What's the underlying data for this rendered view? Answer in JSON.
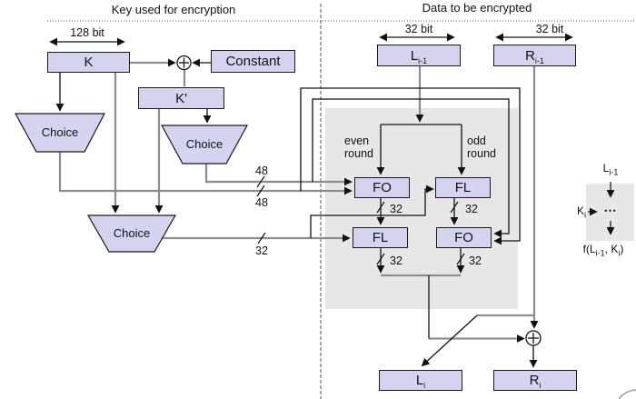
{
  "titles": {
    "key_section": "Key used for encryption",
    "data_section": "Data to be encrypted"
  },
  "key_section": {
    "bit_width": "128 bit",
    "k": "K",
    "constant": "Constant",
    "k_prime": "K'",
    "choice_upper": "Choice",
    "choice_middle": "Choice",
    "choice_lower": "Choice",
    "bus48_upper": "48",
    "bus48_lower": "48",
    "bus32": "32"
  },
  "data_section": {
    "bit_width_left": "32 bit",
    "bit_width_right": "32 bit",
    "l_in": {
      "base": "L",
      "sub": "i-1"
    },
    "r_in": {
      "base": "R",
      "sub": "i-1"
    },
    "even": {
      "line1": "even",
      "line2": "round"
    },
    "odd": {
      "line1": "odd",
      "line2": "round"
    },
    "fo_top": "FO",
    "fl_top": "FL",
    "fl_bottom": "FL",
    "fo_bottom": "FO",
    "out32_fo_top": "32",
    "out32_fl_top": "32",
    "out32_fl_bottom": "32",
    "out32_fo_bottom": "32",
    "l_out": {
      "base": "L",
      "sub": "i"
    },
    "r_out": {
      "base": "R",
      "sub": "i"
    }
  },
  "round_function": {
    "input": {
      "base": "L",
      "sub": "i-1"
    },
    "key": {
      "base": "K",
      "sub": "i"
    },
    "dots": "⋯",
    "output": {
      "p1": "f(L",
      "sub1": "i-1",
      "p2": ", K",
      "sub2": "i",
      "p3": ")"
    }
  },
  "colors": {
    "box_fill": "#d4d4f0",
    "panel_gray": "#e7e7e7",
    "bus_gray": "#8c8c8c",
    "line": "#111111"
  }
}
